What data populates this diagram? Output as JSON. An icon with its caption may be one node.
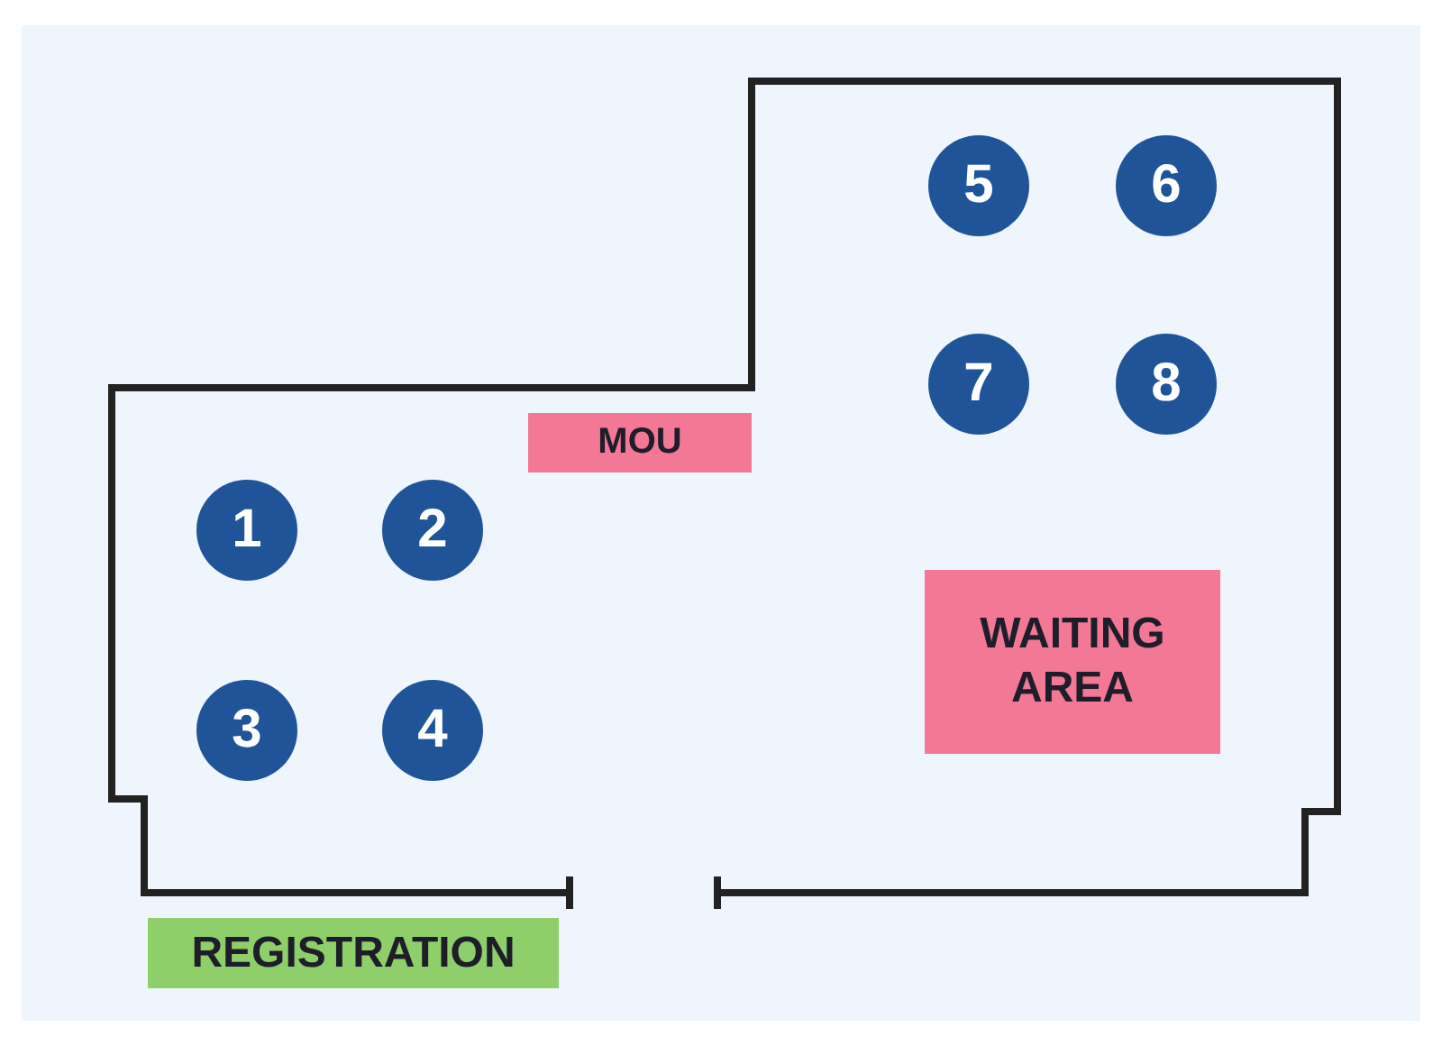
{
  "diagram": {
    "nodes": [
      {
        "text": [
          "5"
        ]
      },
      {
        "text": [
          "6"
        ]
      },
      {
        "text": [
          "7"
        ]
      },
      {
        "text": [
          "8"
        ]
      },
      {
        "text": [
          "MOU"
        ]
      },
      {
        "text": [
          "1"
        ]
      },
      {
        "text": [
          "2"
        ]
      },
      {
        "text": [
          "WAITING AREA"
        ]
      },
      {
        "text": [
          "3"
        ]
      },
      {
        "text": [
          "4"
        ]
      },
      {
        "text": [
          "REGISTRATION"
        ]
      }
    ]
  }
}
